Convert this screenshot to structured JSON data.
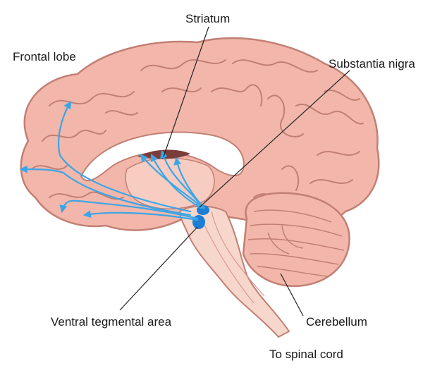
{
  "labels": {
    "striatum": "Striatum",
    "frontal_lobe": "Frontal lobe",
    "substantia_nigra": "Substantia nigra",
    "ventral_tegmental_area": "Ventral tegmental area",
    "cerebellum": "Cerebellum",
    "spinal_cord": "To spinal cord"
  },
  "colors": {
    "cortex": "#f2b7aa",
    "cortex_outline": "#c27f74",
    "brainstem": "#f7d6cc",
    "pathway": "#3aa6e8",
    "nucleus": "#1b7fd6",
    "leader_line": "#222222"
  }
}
